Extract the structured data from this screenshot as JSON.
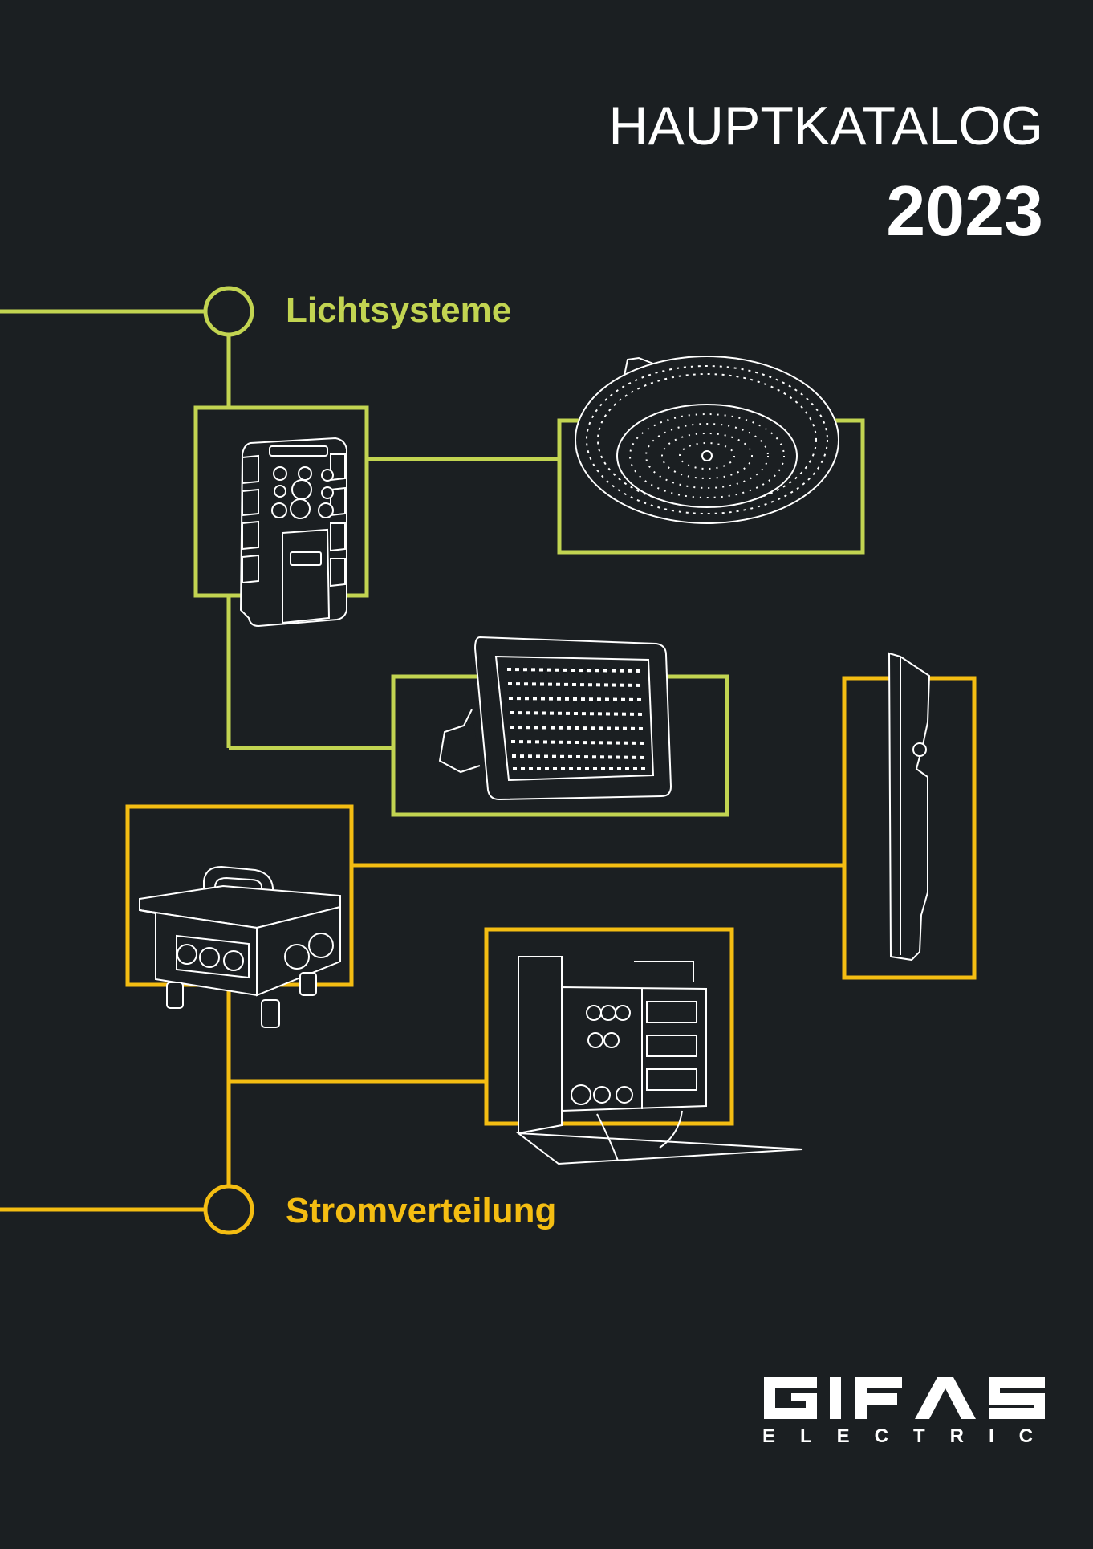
{
  "catalog": {
    "title": "HAUPTKATALOG",
    "year": "2023"
  },
  "sections": {
    "lighting": "Lichtsysteme",
    "power": "Stromverteilung"
  },
  "brand": {
    "name": "GIFAS",
    "tagline": "ELECTRIC"
  },
  "colors": {
    "background": "#1b1f22",
    "lighting_accent": "#c2d451",
    "power_accent": "#f4bd12",
    "text": "#ffffff"
  }
}
